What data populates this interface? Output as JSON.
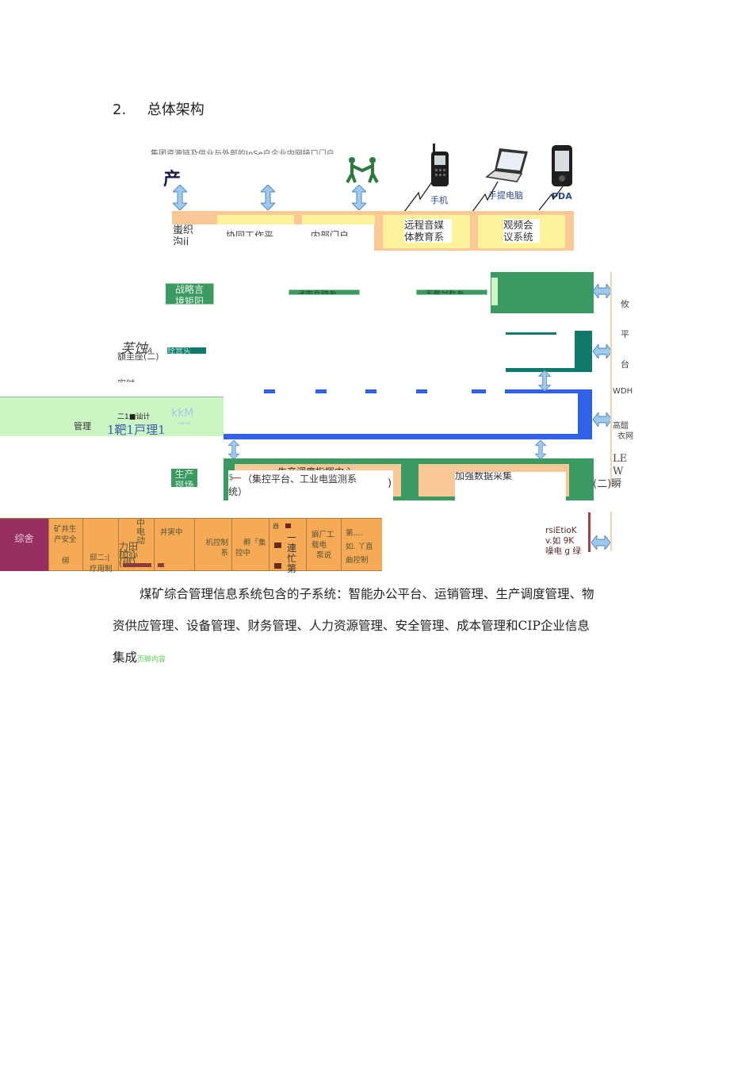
{
  "heading": {
    "number": "2.",
    "title": "总体架构"
  },
  "diagram": {
    "top_caption": "集团资源链及供业与外部的InSe户企业内网接口门户",
    "top_left_glyph": "产",
    "devices": [
      {
        "name": "phone-icon",
        "label": "手机"
      },
      {
        "name": "laptop-icon",
        "label": "手提电脑"
      },
      {
        "name": "pda-icon",
        "label": "PDA"
      }
    ],
    "portal_row": [
      {
        "label_line1": "蚩织",
        "label_line2": "沟ii"
      },
      {
        "label_line1": "协同工作平",
        "label_line2": ""
      },
      {
        "label_line1": "内部门户",
        "label_line2": ""
      },
      {
        "label_line1": "远程音媒",
        "label_line2": "体教育系"
      },
      {
        "label_line1": "观频会",
        "label_line2": "议系统"
      }
    ],
    "strategy_row": {
      "box1": {
        "line1": "战略言",
        "line2": "境矩阳"
      },
      "box2": "决策支持系",
      "box3": "主要分析系"
    },
    "left_labels": {
      "italic_label": "芙蚀",
      "italic_sub": "A",
      "sub_label": "額圭座(二)",
      "teal_tag": "经营实",
      "small_label": "实时"
    },
    "mgmt_band": {
      "label": "管理",
      "top_text": "二1■讪计",
      "main_text": "1靶1戸理1",
      "faded_text": "kkM",
      "faded_sub": "理苦"
    },
    "production": {
      "tag_line1": "生产",
      "tag_line2": "现场",
      "box1_title": "生产调度指挥中心",
      "box1_sub": "（集控平台、工业电监测系",
      "box1_sub2": "统）",
      "box1_mark": "$",
      "box2_title": "加强数据采集",
      "right_text": "(二)瞬"
    },
    "right_column": {
      "labels": [
        "攸",
        "平",
        "台",
        "WDH",
        "高醋",
        "衣网",
        "LE",
        "W"
      ],
      "bottom_text": [
        "rsiEtioK",
        "v.如 9K",
        "噪电 g 绿"
      ]
    },
    "bottom_row": {
      "first": "综舍",
      "cells": [
        {
          "lines": [
            "矿井生",
            "产安全",
            "",
            "绑"
          ]
        },
        {
          "lines": [
            "",
            "",
            "邸二:|",
            "疗用制"
          ]
        },
        {
          "lines": [
            "中",
            "电",
            "动",
            "力田(二)",
            "加心(绑)"
          ]
        },
        {
          "lines": [
            "井実中"
          ]
        },
        {
          "lines": [
            "机控制",
            "系"
          ]
        },
        {
          "lines": [
            "孵「集",
            "控中"
          ]
        },
        {
          "lines": [
            "一",
            "器",
            "■",
            "一",
            "連",
            "忙",
            "第"
          ]
        },
        {
          "lines": [
            "癖厂工",
            "载电",
            "泵说"
          ]
        },
        {
          "lines": [
            "第....",
            "如. 丫直",
            "曲控制"
          ]
        }
      ]
    }
  },
  "paragraph": {
    "line1": "煤矿综合管理信息系统包含的子系统：智能办公平台、运销管理、生产调度管理、物",
    "line2": "资供应管理、设备管理、财务管理、人力资源管理、安全管理、成本管理和CIP企业信息",
    "line3": "集成",
    "footer_note": "页脚内容"
  },
  "colors": {
    "orange": "#f9c896",
    "yellow": "#fbf29a",
    "green": "#3a9a62",
    "teal": "#0f7a6a",
    "blue": "#2f62e6",
    "light_green": "#ccf5c4",
    "magenta": "#953060",
    "bottom_orange": "#f6aa56"
  }
}
